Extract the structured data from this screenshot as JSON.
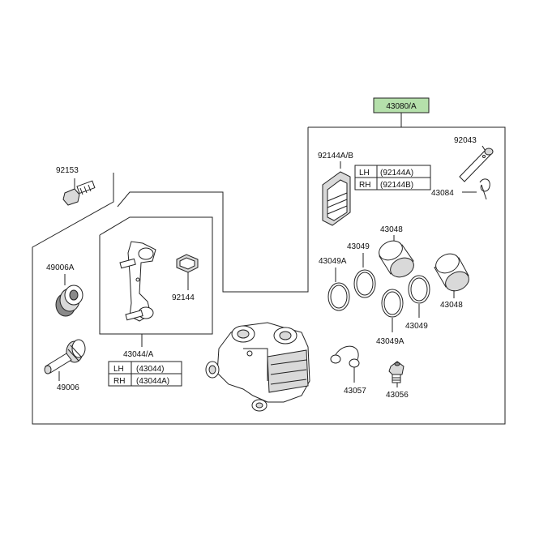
{
  "assembly": {
    "label": "43080/A",
    "highlight_color": "#b5e0ab"
  },
  "parts": {
    "p92153": "92153",
    "p49006A": "49006A",
    "p49006": "49006",
    "p92144": "92144",
    "p43044A": "43044/A",
    "p92144AB": "92144A/B",
    "p92043": "92043",
    "p43084": "43084",
    "p43048_top": "43048",
    "p43048_right": "43048",
    "p43049_top": "43049",
    "p43049_right": "43049",
    "p43049A_left": "43049A",
    "p43049A_bottom": "43049A",
    "p43057": "43057",
    "p43056": "43056"
  },
  "tables": {
    "bracket": {
      "rows": [
        {
          "side": "LH",
          "part": "(43044)"
        },
        {
          "side": "RH",
          "part": "(43044A)"
        }
      ]
    },
    "pads": {
      "rows": [
        {
          "side": "LH",
          "part": "(92144A)"
        },
        {
          "side": "RH",
          "part": "(92144B)"
        }
      ]
    }
  }
}
